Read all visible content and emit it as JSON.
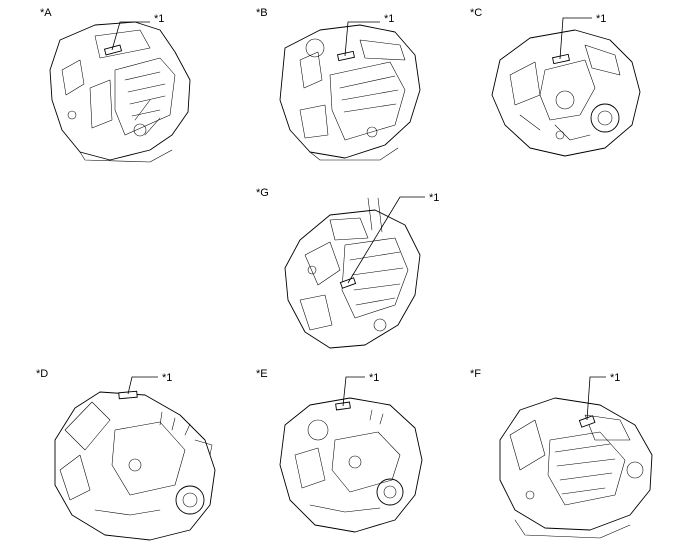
{
  "panels": [
    {
      "id": "A",
      "label": "*A",
      "callout": "*1"
    },
    {
      "id": "B",
      "label": "*B",
      "callout": "*1"
    },
    {
      "id": "C",
      "label": "*C",
      "callout": "*1"
    },
    {
      "id": "G",
      "label": "*G",
      "callout": "*1"
    },
    {
      "id": "D",
      "label": "*D",
      "callout": "*1"
    },
    {
      "id": "E",
      "label": "*E",
      "callout": "*1"
    },
    {
      "id": "F",
      "label": "*F",
      "callout": "*1"
    }
  ]
}
